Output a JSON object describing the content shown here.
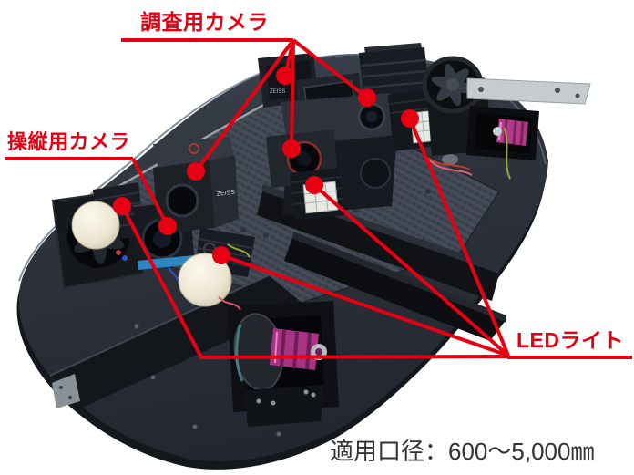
{
  "annotations": {
    "survey_camera_label": "調査用カメラ",
    "pilot_camera_label": "操縦用カメラ",
    "led_light_label": "LEDライト",
    "callout_color": "#e60012",
    "callout_counts": {
      "survey_camera": 4,
      "pilot_camera": 1,
      "led_light": 4
    }
  },
  "caption": {
    "spec_text": "適用口径：600～5,000㎜"
  },
  "photo": {
    "subject": "black oval pipe-inspection robot platform with cameras, LED dome lights and thrusters",
    "background": "#ffffff"
  }
}
